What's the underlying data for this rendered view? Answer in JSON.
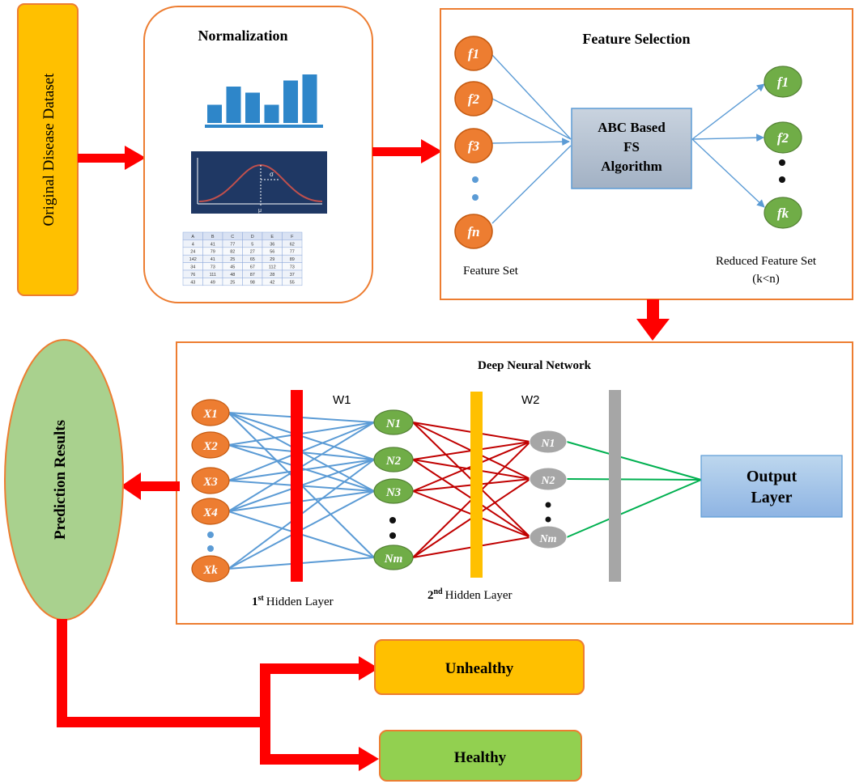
{
  "dataset": {
    "label": "Original Disease Dataset"
  },
  "normalization": {
    "title": "Normalization",
    "bar_values": [
      3,
      6,
      5,
      3,
      7,
      8
    ],
    "curve_labels": [
      "σ",
      "μ"
    ],
    "table_header": [
      "A",
      "B",
      "C",
      "D",
      "E",
      "F"
    ],
    "table_rows": [
      [
        "4",
        "41",
        "77",
        "5",
        "36",
        "62"
      ],
      [
        "24",
        "79",
        "82",
        "27",
        "56",
        "77"
      ],
      [
        "142",
        "41",
        "25",
        "65",
        "29",
        "89"
      ],
      [
        "34",
        "73",
        "45",
        "67",
        "112",
        "73"
      ],
      [
        "76",
        "111",
        "48",
        "87",
        "28",
        "37"
      ],
      [
        "43",
        "49",
        "25",
        "98",
        "42",
        "55"
      ]
    ]
  },
  "feature_selection": {
    "title": "Feature Selection",
    "inputs": [
      "f1",
      "f2",
      "f3",
      "fn"
    ],
    "algorithm": [
      "ABC Based",
      "FS",
      "Algorithm"
    ],
    "outputs": [
      "f1",
      "f2",
      "fk"
    ],
    "input_caption": "Feature Set",
    "output_caption": [
      "Reduced Feature Set",
      "(k<n)"
    ]
  },
  "dnn": {
    "title": "Deep Neural Network",
    "inputs": [
      "X1",
      "X2",
      "X3",
      "X4",
      "Xk"
    ],
    "hidden1_nodes": [
      "N1",
      "N2",
      "N3",
      "Nm"
    ],
    "hidden2_nodes": [
      "N1",
      "N2",
      "Nm"
    ],
    "w1": "W1",
    "w2": "W2",
    "hidden1_caption": {
      "pre": "1",
      "sup": "st",
      "post": "Hidden Layer"
    },
    "hidden2_caption": {
      "pre": "2",
      "sup": "nd",
      "post": "Hidden Layer"
    },
    "output": [
      "Output",
      "Layer"
    ]
  },
  "prediction": {
    "label": "Prediction Results"
  },
  "outcomes": {
    "unhealthy": "Unhealthy",
    "healthy": "Healthy"
  },
  "colors": {
    "orange": "#ED7D31",
    "green": "#70AD47",
    "gray": "#A6A6A6",
    "yellow": "#FFC000",
    "red": "#FF0000",
    "blue_line": "#5B9BD5",
    "dark_red_line": "#C00000",
    "green_line": "#00B050",
    "bar_blue": "#2E86C9",
    "algo_box": "#ACB9CA",
    "output_box": "#9DC3E6"
  }
}
